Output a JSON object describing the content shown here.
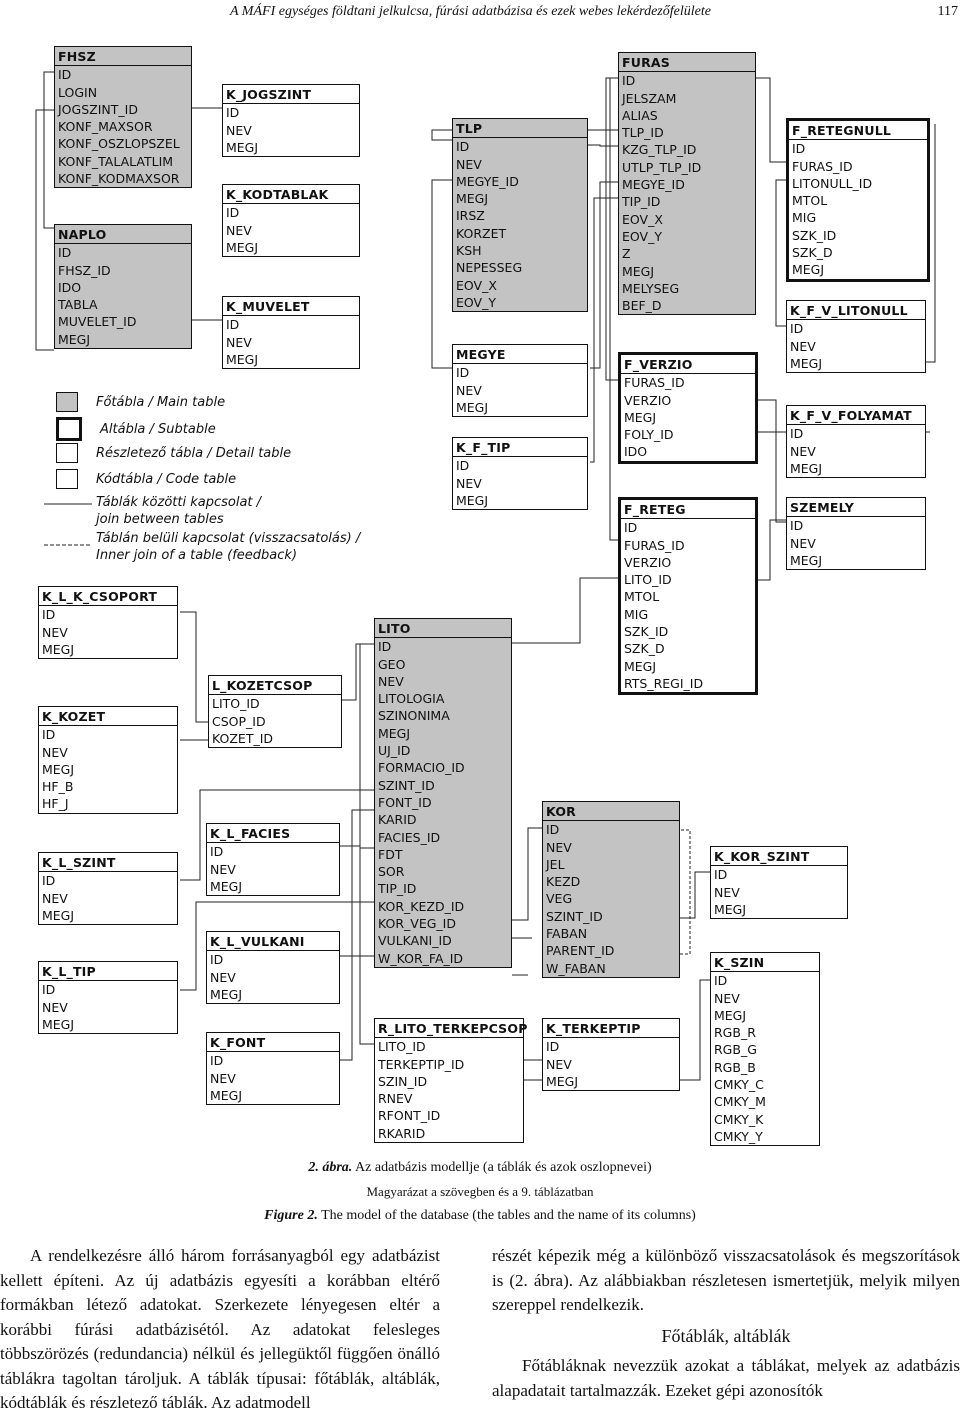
{
  "page": {
    "running_head": "A MÁFI egységes földtani jelkulcsa, fúrási adatbázisa és ezek webes lekérdezőfelülete",
    "page_number": "117"
  },
  "tables": {
    "fhsz": {
      "title": "FHSZ",
      "fields": [
        "ID",
        "LOGIN",
        "JOGSZINT_ID",
        "KONF_MAXSOR",
        "KONF_OSZLOPSZEL",
        "KONF_TALALATLIM",
        "KONF_KODMAXSOR"
      ]
    },
    "naplo": {
      "title": "NAPLO",
      "fields": [
        "ID",
        "FHSZ_ID",
        "IDO",
        "TABLA",
        "MUVELET_ID",
        "MEGJ"
      ]
    },
    "k_jogszint": {
      "title": "K_JOGSZINT",
      "fields": [
        "ID",
        "NEV",
        "MEGJ"
      ]
    },
    "k_kodtablak": {
      "title": "K_KODTABLAK",
      "fields": [
        "ID",
        "NEV",
        "MEGJ"
      ]
    },
    "k_muvelet": {
      "title": "K_MUVELET",
      "fields": [
        "ID",
        "NEV",
        "MEGJ"
      ]
    },
    "tlp": {
      "title": "TLP",
      "fields": [
        "ID",
        "NEV",
        "MEGYE_ID",
        "MEGJ",
        "IRSZ",
        "KORZET",
        "KSH",
        "NEPESSEG",
        "EOV_X",
        "EOV_Y"
      ]
    },
    "megye": {
      "title": "MEGYE",
      "fields": [
        "ID",
        "NEV",
        "MEGJ"
      ]
    },
    "k_f_tip": {
      "title": "K_F_TIP",
      "fields": [
        "ID",
        "NEV",
        "MEGJ"
      ]
    },
    "furas": {
      "title": "FURAS",
      "fields": [
        "ID",
        "JELSZAM",
        "ALIAS",
        "TLP_ID",
        "KZG_TLP_ID",
        "UTLP_TLP_ID",
        "MEGYE_ID",
        "TIP_ID",
        "EOV_X",
        "EOV_Y",
        "Z",
        "MEGJ",
        "MELYSEG",
        "BEF_D"
      ]
    },
    "f_verzio": {
      "title": "F_VERZIO",
      "fields": [
        "FURAS_ID",
        "VERZIO",
        "MEGJ",
        "FOLY_ID",
        "IDO"
      ]
    },
    "f_reteg": {
      "title": "F_RETEG",
      "fields": [
        "ID",
        "FURAS_ID",
        "VERZIO",
        "LITO_ID",
        "MTOL",
        "MIG",
        "SZK_ID",
        "SZK_D",
        "MEGJ",
        "RTS_REGI_ID"
      ]
    },
    "f_retegnull": {
      "title": "F_RETEGNULL",
      "fields": [
        "ID",
        "FURAS_ID",
        "LITONULL_ID",
        "MTOL",
        "MIG",
        "SZK_ID",
        "SZK_D",
        "MEGJ"
      ]
    },
    "k_f_v_litonull": {
      "title": "K_F_V_LITONULL",
      "fields": [
        "ID",
        "NEV",
        "MEGJ"
      ]
    },
    "k_f_v_folyamat": {
      "title": "K_F_V_FOLYAMAT",
      "fields": [
        "ID",
        "NEV",
        "MEGJ"
      ]
    },
    "szemely": {
      "title": "SZEMELY",
      "fields": [
        "ID",
        "NEV",
        "MEGJ"
      ]
    },
    "k_l_k_csoport": {
      "title": "K_L_K_CSOPORT",
      "fields": [
        "ID",
        "NEV",
        "MEGJ"
      ]
    },
    "l_kozetcsop": {
      "title": "L_KOZETCSOP",
      "fields": [
        "LITO_ID",
        "CSOP_ID",
        "KOZET_ID"
      ]
    },
    "k_kozet": {
      "title": "K_KOZET",
      "fields": [
        "ID",
        "NEV",
        "MEGJ",
        "HF_B",
        "HF_J"
      ]
    },
    "k_l_szint": {
      "title": "K_L_SZINT",
      "fields": [
        "ID",
        "NEV",
        "MEGJ"
      ]
    },
    "k_l_tip": {
      "title": "K_L_TIP",
      "fields": [
        "ID",
        "NEV",
        "MEGJ"
      ]
    },
    "k_l_facies": {
      "title": "K_L_FACIES",
      "fields": [
        "ID",
        "NEV",
        "MEGJ"
      ]
    },
    "k_l_vulkani": {
      "title": "K_L_VULKANI",
      "fields": [
        "ID",
        "NEV",
        "MEGJ"
      ]
    },
    "k_font": {
      "title": "K_FONT",
      "fields": [
        "ID",
        "NEV",
        "MEGJ"
      ]
    },
    "lito": {
      "title": "LITO",
      "fields": [
        "ID",
        "GEO",
        "NEV",
        "LITOLOGIA",
        "SZINONIMA",
        "MEGJ",
        "UJ_ID",
        "FORMACIO_ID",
        "SZINT_ID",
        "FONT_ID",
        "KARID",
        "FACIES_ID",
        "FDT",
        "SOR",
        "TIP_ID",
        "KOR_KEZD_ID",
        "KOR_VEG_ID",
        "VULKANI_ID",
        "W_KOR_FA_ID"
      ]
    },
    "kor": {
      "title": "KOR",
      "fields": [
        "ID",
        "NEV",
        "JEL",
        "KEZD",
        "VEG",
        "SZINT_ID",
        "FABAN",
        "PARENT_ID",
        "W_FABAN"
      ]
    },
    "k_kor_szint": {
      "title": "K_KOR_SZINT",
      "fields": [
        "ID",
        "NEV",
        "MEGJ"
      ]
    },
    "k_szin": {
      "title": "K_SZIN",
      "fields": [
        "ID",
        "NEV",
        "MEGJ",
        "RGB_R",
        "RGB_G",
        "RGB_B",
        "CMKY_C",
        "CMKY_M",
        "CMKY_K",
        "CMKY_Y"
      ]
    },
    "r_lito_terkepcsop": {
      "title": "R_LITO_TERKEPCSOP",
      "fields": [
        "LITO_ID",
        "TERKEPTIP_ID",
        "SZIN_ID",
        "RNEV",
        "RFONT_ID",
        "RKARID"
      ]
    },
    "k_terkeptip": {
      "title": "K_TERKEPTIP",
      "fields": [
        "ID",
        "NEV",
        "MEGJ"
      ]
    }
  },
  "legend": {
    "main": "Főtábla / Main table",
    "sub": "Altábla / Subtable",
    "detail": "Részletező tábla / Detail table",
    "code": "Kódtábla / Code table",
    "join_1": "Táblák közötti kapcsolat /",
    "join_2": "join between tables",
    "inner_1": "Táblán belüli kapcsolat (visszacsatolás) /",
    "inner_2": "Inner join of a table (feedback)"
  },
  "caption": {
    "hu_label": "2. ábra.",
    "hu_text": "Az adatbázis modellje (a táblák és azok oszlopnevei)",
    "hu_text_2": "Magyarázat a szövegben és a 9. táblázatban",
    "en_label": "Figure 2.",
    "en_text": "The model of the database (the tables and the name of its columns)"
  },
  "body": {
    "left_para": "A rendelkezésre álló három forrásanyagból egy adatbázist kellett építeni. Az új adatbázis egyesíti a korábban eltérő formákban létező adatokat. Szerkezete lényegesen eltér a korábbi fúrási adatbázisétól. Az adatokat felesleges többszörözés (redundancia) nélkül és jellegüktől függően önálló táblákra tagoltan tároljuk. A táblák típusai: főtáblák, altáblák, kódtáblák és részletező táblák. Az adatmodell",
    "right_para_1": "részét képezik még a különböző visszacsatolások és megszorítások is (2. ábra). Az alábbiakban részletesen ismertetjük, melyik milyen szereppel rendelkezik.",
    "heading": "Főtáblák, altáblák",
    "right_para_2": "Főtábláknak nevezzük azokat a táblákat, melyek az adatbázis alapadatait tartalmazzák. Ezeket gépi azonosítók"
  }
}
